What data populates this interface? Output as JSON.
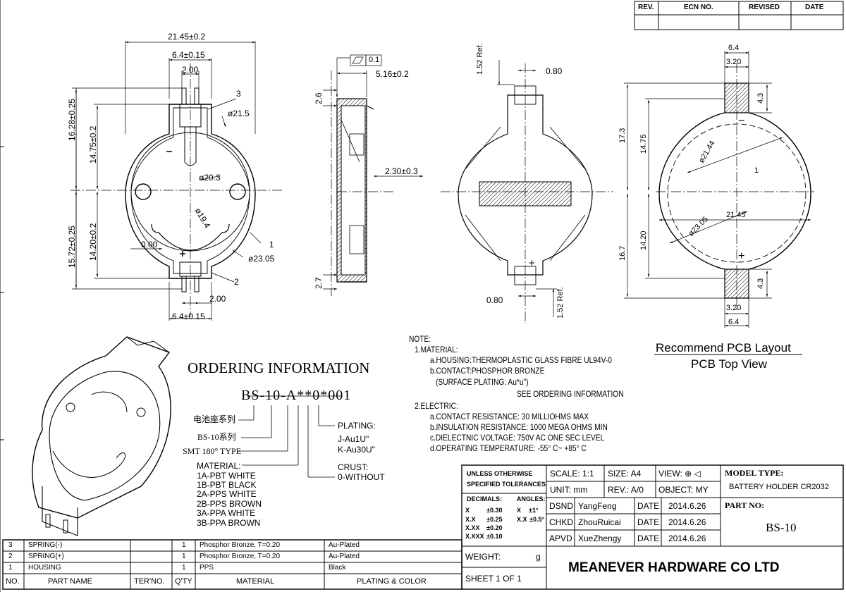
{
  "rev_table": {
    "headers": [
      "REV.",
      "ECN NO.",
      "REVISED",
      "DATE"
    ]
  },
  "front_view": {
    "dims": {
      "overall_width": "21.45±0.2",
      "pin_span_top": "6.4±0.15",
      "pin_pitch_top": "2.00",
      "height_top_outer": "16.28±0.25",
      "height_top_inner": "14.75±0.2",
      "height_bottom_outer": "15.72±0.25",
      "height_bottom_inner": "14.20±0.2",
      "zero": "0.00",
      "pin_pitch_bottom": "2.00",
      "pin_span_bottom": "6.4±0.15"
    },
    "diameters": {
      "d1": "ø21.5",
      "d2": "ø20.3",
      "d3": "ø19.4",
      "d4": "ø23.05"
    },
    "callouts": [
      "3",
      "1",
      "2"
    ],
    "polarity": {
      "minus": "−",
      "plus": "+"
    }
  },
  "side_view": {
    "flatness_symbol": "⏥",
    "flatness_value": "0.1",
    "dims": {
      "width": "5.16±0.2",
      "top": "2.6",
      "mid": "2.30±0.3",
      "bottom": "2.7"
    }
  },
  "back_view": {
    "dims": {
      "ref_top": "1.52\nRef.",
      "pad_top": "0.80",
      "pad_bottom": "0.80",
      "ref_bottom": "1.52\nRef."
    },
    "polarity": {
      "plus": "+"
    }
  },
  "pcb_layout": {
    "dims": {
      "pad_span_top": "6.4",
      "pad_width_top": "3.20",
      "pad_height_top": "4.3",
      "h_total_top": "17.3",
      "h_inner_top": "14.75",
      "d_inner": "ø21.44",
      "one": "1",
      "width": "21.45",
      "d_outer": "ø23.05",
      "h_total_bottom": "16.7",
      "h_inner_bottom": "14.20",
      "pad_height_bottom": "4.3",
      "pad_width_bottom": "3.20",
      "pad_span_bottom": "6.4"
    },
    "polarity": {
      "minus": "−",
      "plus": "+"
    },
    "title": "Recommend PCB Layout",
    "subtitle": "PCB Top View"
  },
  "ordering": {
    "title": "ORDERING INFORMATION",
    "code": "BS-10-A**0*001",
    "series_cn": "电池座系列",
    "series": "BS-10系列",
    "type": "SMT 180° TYPE",
    "material_label": "MATERIAL:",
    "materials": [
      "1A-PBT WHITE",
      "1B-PBT BLACK",
      "2A-PPS WHITE",
      "2B-PPS BROWN",
      "3A-PPA WHITE",
      "3B-PPA BROWN"
    ],
    "plating_label": "PLATING:",
    "plating": [
      "J-Au1U\"",
      "K-Au30U\""
    ],
    "crust_label": "CRUST:",
    "crust": [
      "0-WITHOUT"
    ]
  },
  "notes": {
    "lines": [
      "NOTE:",
      "1.MATERIAL:",
      "a.HOUSING:THERMOPLASTIC GLASS FIBRE UL94V-0",
      "b.CONTACT:PHOSPHOR BRONZE",
      "(SURFACE PLATING: Au*u\")",
      "SEE ORDERING INFORMATION",
      "2.ELECTRIC:",
      "a.CONTACT RESISTANCE: 30 MILLIOHMS MAX",
      "b.INSULATION RESISTANCE: 1000 MEGA OHMS MIN",
      "c.DIELECTNIC VOLTAGE: 750V AC ONE SEC LEVEL",
      "d.OPERATING TEMPERATURE: -55° C~ +85° C"
    ]
  },
  "tolerances": {
    "title_line1": "UNLESS OTHERWISE",
    "title_line2": "SPECIFIED TOLERANCES",
    "decimals_label": "DECIMALS:",
    "angles_label": "ANGLES:",
    "rows": [
      {
        "fmt": "X",
        "tol": "±0.30",
        "afmt": "X",
        "atol": "±1°"
      },
      {
        "fmt": "X.X",
        "tol": "±0.25",
        "afmt": "X.X",
        "atol": "±0.5°"
      },
      {
        "fmt": "X.XX",
        "tol": "±0.20",
        "afmt": "",
        "atol": ""
      },
      {
        "fmt": "X.XXX",
        "tol": "±0.10",
        "afmt": "",
        "atol": ""
      }
    ]
  },
  "title_block": {
    "scale": "SCALE: 1:1",
    "size": "SIZE: A4",
    "view": "VIEW:",
    "unit": "UNIT: mm",
    "rev": "REV.: A/0",
    "object": "OBJECT: MY",
    "model_label": "MODEL TYPE:",
    "model": "BATTERY  HOLDER CR2032",
    "part_label": "PART NO:",
    "part": "BS-10",
    "signoffs": [
      {
        "role": "DSND",
        "name": "YangFeng",
        "date_label": "DATE",
        "date": "2014.6.26"
      },
      {
        "role": "CHKD",
        "name": "ZhouRuicai",
        "date_label": "DATE",
        "date": "2014.6.26"
      },
      {
        "role": "APVD",
        "name": "XueZhengy",
        "date_label": "DATE",
        "date": "2014.6.26"
      }
    ],
    "weight_label": "WEIGHT:",
    "weight_unit": "g",
    "sheet": "SHEET  1  OF  1",
    "company": "MEANEVER HARDWARE CO LTD"
  },
  "bom": {
    "headers": [
      "NO.",
      "PART NAME",
      "TER'NO.",
      "Q'TY",
      "MATERIAL",
      "PLATING & COLOR"
    ],
    "rows": [
      {
        "no": "3",
        "name": "SPRING(-)",
        "ter": "",
        "qty": "1",
        "material": "Phosphor Bronze, T=0.20",
        "plating": "Au-Plated"
      },
      {
        "no": "2",
        "name": "SPRING(+)",
        "ter": "",
        "qty": "1",
        "material": "Phosphor Bronze, T=0.20",
        "plating": "Au-Plated"
      },
      {
        "no": "1",
        "name": "HOUSING",
        "ter": "",
        "qty": "1",
        "material": "PPS",
        "plating": "Black"
      }
    ]
  }
}
